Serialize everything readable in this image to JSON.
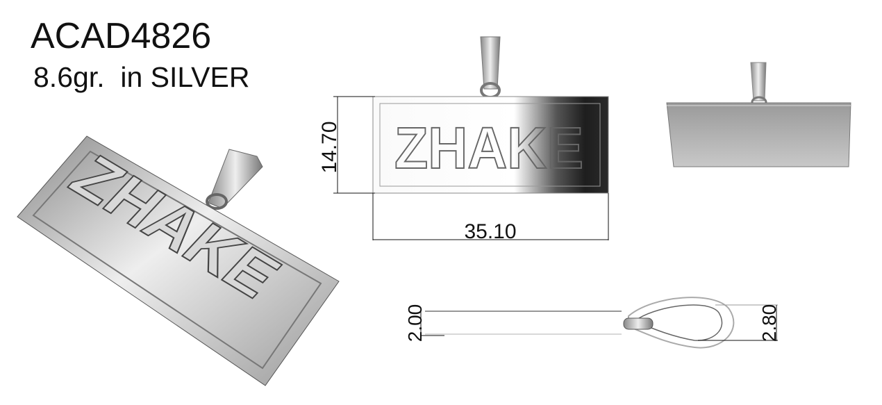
{
  "product": {
    "code": "ACAD4826",
    "weight_material": "8.6gr.  in SILVER",
    "engraving": "ZHAKE"
  },
  "dimensions": {
    "height": "14.70",
    "width": "35.10",
    "plate_thickness": "2.00",
    "bail_thickness": "2.80"
  },
  "colors": {
    "metal_light": "#f2f2f2",
    "metal_mid": "#a8a8a8",
    "metal_dark": "#2a2a2a",
    "dim_line": "#111111"
  }
}
